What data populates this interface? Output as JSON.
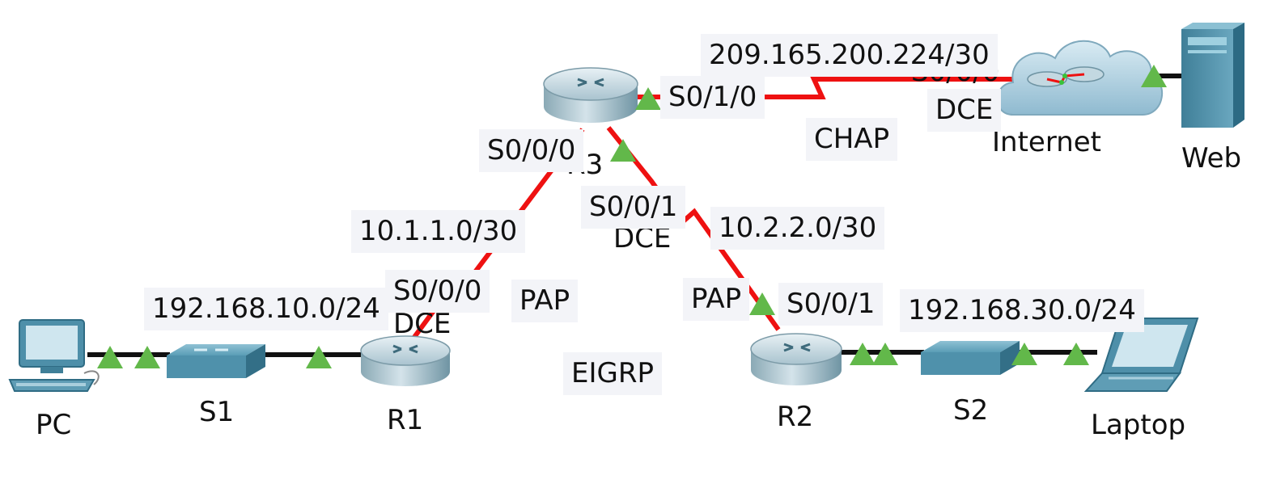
{
  "devices": {
    "pc": "PC",
    "s1": "S1",
    "r1": "R1",
    "r3": "R3",
    "r2": "R2",
    "s2": "S2",
    "laptop": "Laptop",
    "internet": "Internet",
    "web": "Web"
  },
  "networks": {
    "lan1": "192.168.10.0/24",
    "r1_r3": "10.1.1.0/30",
    "r2_r3": "10.2.2.0/30",
    "lan2": "192.168.30.0/24",
    "isp": "209.165.200.224/30"
  },
  "interfaces": {
    "r3_s0_0_0": "S0/0/0",
    "r3_s0_1_0": "S0/1/0",
    "r3_s0_0_1": "S0/0/1",
    "r1_s0_0_0": "S0/0/0",
    "r2_s0_0_1": "S0/0/1",
    "isp_s0_0_0": "S0/0/0"
  },
  "dce": {
    "r1": "DCE",
    "r3": "DCE",
    "isp": "DCE"
  },
  "protocols": {
    "auth_r1_r3": "PAP",
    "auth_r2_r3": "PAP",
    "auth_isp": "CHAP",
    "routing": "EIGRP"
  },
  "colors": {
    "serial_link": "#ee1111",
    "ethernet_link": "#111111",
    "link_up": "#62b84a",
    "label_bg": "#f3f4f8",
    "device_blue": "#4a8fa8"
  },
  "icons": [
    "pc-icon",
    "switch-icon",
    "router-icon",
    "cloud-icon",
    "server-icon",
    "laptop-icon"
  ]
}
